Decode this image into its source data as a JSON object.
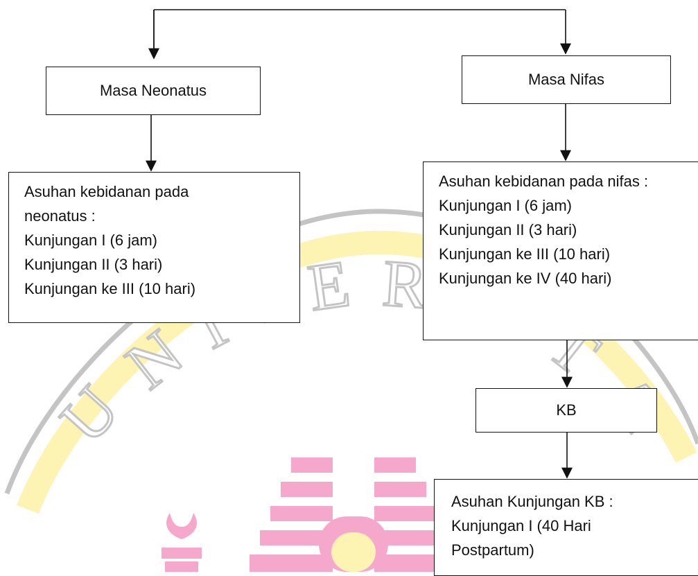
{
  "watermark": {
    "text": "UNIVERSITAS",
    "colors": {
      "gray": "#c4c4c4",
      "yellow": "#fdf3b2",
      "pink": "#f6a8cc"
    }
  },
  "diagram": {
    "nodes": {
      "masa_neonatus": {
        "label": "Masa Neonatus"
      },
      "masa_nifas": {
        "label": "Masa Nifas"
      },
      "asuhan_neonatus": {
        "lines": [
          "Asuhan kebidanan pada neonatus :",
          "Kunjungan I (6 jam)",
          "Kunjungan II (3 hari)",
          "Kunjungan ke III (10 hari)"
        ]
      },
      "asuhan_nifas": {
        "lines": [
          "Asuhan kebidanan pada nifas :",
          "Kunjungan I (6 jam)",
          "Kunjungan II (3 hari)",
          "Kunjungan ke III (10 hari)",
          "Kunjungan ke IV (40 hari)"
        ]
      },
      "kb": {
        "label": "KB"
      },
      "asuhan_kb": {
        "lines": [
          "Asuhan Kunjungan KB :",
          "Kunjungan I (40 Hari Postpartum)"
        ]
      }
    },
    "edges": [
      {
        "from": "split",
        "to": "masa_neonatus"
      },
      {
        "from": "split",
        "to": "masa_nifas"
      },
      {
        "from": "masa_neonatus",
        "to": "asuhan_neonatus"
      },
      {
        "from": "masa_nifas",
        "to": "asuhan_nifas"
      },
      {
        "from": "asuhan_nifas",
        "to": "kb"
      },
      {
        "from": "kb",
        "to": "asuhan_kb"
      }
    ],
    "line_color": "#111111"
  }
}
